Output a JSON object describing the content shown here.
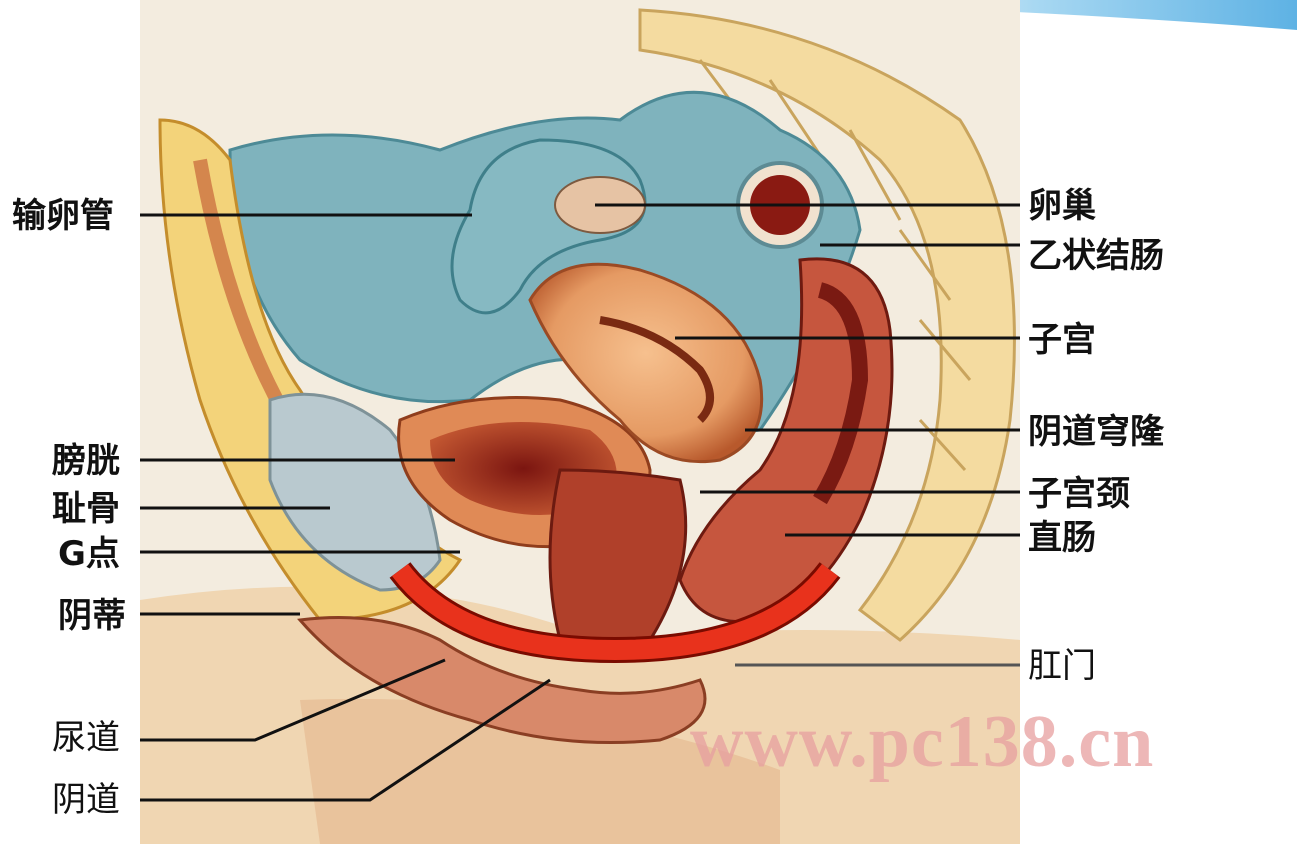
{
  "labels": {
    "left": {
      "fallopian_tube": "输卵管",
      "bladder": "膀胱",
      "pubic_bone": "耻骨",
      "g_spot": "G点",
      "clitoris": "阴蒂",
      "urethra": "尿道",
      "vagina": "阴道"
    },
    "right": {
      "ovary": "卵巢",
      "sigmoid_colon": "乙状结肠",
      "uterus": "子宫",
      "vaginal_fornix": "阴道穹隆",
      "cervix": "子宫颈",
      "rectum": "直肠",
      "anus": "肛门"
    }
  },
  "watermark": "www.pc138.cn",
  "colors": {
    "arc_highlight": "#e8321c",
    "arc_outline": "#7a0b00",
    "background_banner": "#7cc3ea",
    "tissue_blue": "#7fb3bd",
    "tissue_yellow": "#f3d37a",
    "muscle_red": "#8b1a12"
  }
}
